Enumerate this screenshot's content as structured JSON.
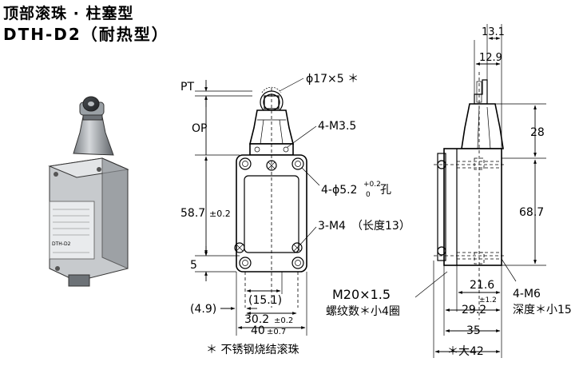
{
  "title": {
    "line1": "顶部滚珠 · 柱塞型",
    "line2": "DTH-D2（耐热型）"
  },
  "front_view": {
    "pt": "PT",
    "op": "OP",
    "roller_dim": "ϕ17×5 ＊",
    "screw_top": "4-M3.5",
    "hole_main": "4-ϕ5.2",
    "hole_tol_upper": "+0.2",
    "hole_tol_lower": "0",
    "hole_suffix": "孔",
    "screw_side_main": "3-M4",
    "screw_side_note": "（长度13）",
    "height_main": "58.7",
    "height_tol": "±0.2",
    "bottom_offset": "5",
    "offset_left": "(4.9)",
    "inner_width": "(15.1)",
    "hole_span_main": "30.2",
    "hole_span_tol": "±0.2",
    "width_main": "40",
    "width_tol": "±0.7"
  },
  "side_view": {
    "top_a": "13.1",
    "top_b": "12.9",
    "head_h": "28",
    "body_h": "68.7",
    "base_a": "21.6",
    "base_a_tol": "±1.2",
    "base_b": "29.2",
    "depth": "35",
    "max_depth": "＊大42",
    "screw_m6": "4-M6",
    "screw_m6_note": "深度＊小15"
  },
  "conduit": {
    "label": "M20×1.5",
    "note": "螺纹数＊小4圈"
  },
  "footnote": "＊ 不锈钢烧结滚珠",
  "product_label": "DTH-D2"
}
